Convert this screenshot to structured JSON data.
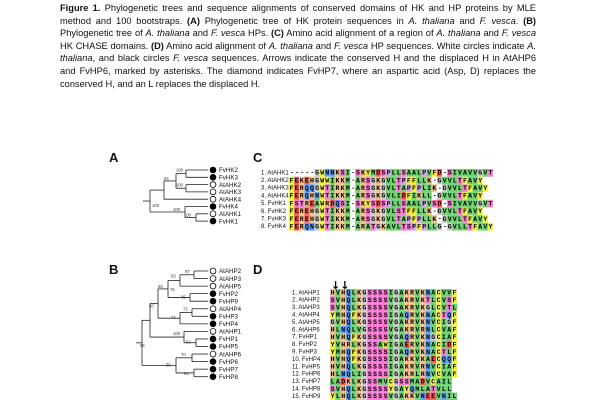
{
  "caption": {
    "label": "Figure 1.",
    "segments": [
      {
        "t": " Phylogenetic trees and sequence alignments of conserved domains of HK and HP proteins by MLE method and 100 bootstraps. "
      },
      {
        "t": "(A)",
        "b": true
      },
      {
        "t": " Phylogenetic tree of HK protein sequences in "
      },
      {
        "t": "A. thaliana",
        "i": true
      },
      {
        "t": " and "
      },
      {
        "t": "F. vesca",
        "i": true
      },
      {
        "t": ". "
      },
      {
        "t": "(B)",
        "b": true
      },
      {
        "t": " Phylogenetic tree of "
      },
      {
        "t": "A. thaliana",
        "i": true
      },
      {
        "t": " and "
      },
      {
        "t": "F. vesca",
        "i": true
      },
      {
        "t": " HPs. "
      },
      {
        "t": "(C)",
        "b": true
      },
      {
        "t": " Amino acid alignment of a region of "
      },
      {
        "t": "A. thaliana",
        "i": true
      },
      {
        "t": " and "
      },
      {
        "t": "F. vesca",
        "i": true
      },
      {
        "t": " HK CHASE domains. "
      },
      {
        "t": "(D)",
        "b": true
      },
      {
        "t": " Amino acid alignment of "
      },
      {
        "t": "A. thaliana",
        "i": true
      },
      {
        "t": " and "
      },
      {
        "t": "F. vesca",
        "i": true
      },
      {
        "t": " HP sequences. White circles indicate "
      },
      {
        "t": "A. thaliana",
        "i": true
      },
      {
        "t": ", and black circles "
      },
      {
        "t": "F. vesca",
        "i": true
      },
      {
        "t": " sequences. Arrows indicate the conserved H and the displaced H in AtAHP6 and FvHP6, marked by asterisks. The diamond indicates FvHP7, where an aspartic acid (Asp, D) replaces the conserved H, and an L replaces the displaced H."
      }
    ]
  },
  "panels": {
    "A": "A",
    "B": "B",
    "C": "C",
    "D": "D"
  },
  "treeA": {
    "leaves": [
      {
        "name": "FvHK2",
        "species": "fv"
      },
      {
        "name": "FvHK3",
        "species": "fv"
      },
      {
        "name": "AtAHK2",
        "species": "at"
      },
      {
        "name": "AtAHK3",
        "species": "at"
      },
      {
        "name": "AtAHK4",
        "species": "at"
      },
      {
        "name": "FvHK4",
        "species": "fv"
      },
      {
        "name": "AtAHK1",
        "species": "at"
      },
      {
        "name": "FvHK1",
        "species": "fv"
      }
    ],
    "bootstraps": [
      "100",
      "100",
      "64",
      "100",
      "100",
      "100"
    ]
  },
  "treeB": {
    "leaves": [
      {
        "name": "AtAHP2",
        "species": "at"
      },
      {
        "name": "AtAHP3",
        "species": "at"
      },
      {
        "name": "AtAHP5",
        "species": "at"
      },
      {
        "name": "FvHP2",
        "species": "fv"
      },
      {
        "name": "FvHP9",
        "species": "fv"
      },
      {
        "name": "AtAHP4",
        "species": "at"
      },
      {
        "name": "FvHP3",
        "species": "fv"
      },
      {
        "name": "FvHP4",
        "species": "fv"
      },
      {
        "name": "AtAHP1",
        "species": "at"
      },
      {
        "name": "FvHP1",
        "species": "fv"
      },
      {
        "name": "FvHP5",
        "species": "fv"
      },
      {
        "name": "AtAHP6",
        "species": "at"
      },
      {
        "name": "FvHP6",
        "species": "fv"
      },
      {
        "name": "FvHP7",
        "species": "fv"
      },
      {
        "name": "FvHP8",
        "species": "fv"
      }
    ],
    "bootstraps": [
      "97",
      "93",
      "75",
      "56",
      "72",
      "74",
      "95",
      "50",
      "52",
      "100",
      "70",
      "91",
      "55",
      "55"
    ]
  },
  "alignC": {
    "rows": [
      {
        "name": "1. AtAHK1",
        "seq": "- - - - - GWNNKSI - SKYMDSPLLSAALPVFD - SIVAVVGVT"
      },
      {
        "name": "2. AtAHK2",
        "seq": "FEKEHGWWIKKM - ARSGKGVLTPFFLLK - GVVLTFAVY"
      },
      {
        "name": "3. AtAHK3",
        "seq": "FERQQGWTIRKM - ARSGKGVLTAPFPLIK - GVVLTFAVY"
      },
      {
        "name": "4. AtAHK4",
        "seq": "FERQHNWTIKKM - ARSGKGVLIDFIKLL - GVVLTFAVY"
      },
      {
        "name": "5. FvHK1",
        "seq": "FSTREAWRDQSI - SKYSDSPLLSAALPVSD - SIVAVVGVT"
      },
      {
        "name": "6. FvHK2",
        "seq": "FEREHGWTIKKM - ARSGKGVLSTFFLLK - GVVLTFAVY"
      },
      {
        "name": "7. FvHK3",
        "seq": "FEREHGWTIKKM - ARSGKGVLTAPFPLLK - GVVLTFAVY"
      },
      {
        "name": "8. FvHK4",
        "seq": "FERQNGWTIKKM - ARATGKAVLTSPFPLLG - GVLLTFAVY"
      }
    ]
  },
  "alignD": {
    "arrows": "↓↓",
    "rows": [
      {
        "name": "1. AtAHP1",
        "seq": "HVHQLKGSSSSIGAKRVKNACVVF"
      },
      {
        "name": "2. AtAHP2",
        "seq": "SVHQLKGSSSSVGAKRVKTLCVSF"
      },
      {
        "name": "3. AtAHP3",
        "seq": "SVHQLKGSSSSVGAKRVKGLCVTL"
      },
      {
        "name": "4. AtAHP4",
        "seq": "YMHQFKGSSSSIGAQRVKNACTQF"
      },
      {
        "name": "5. AtAHP5",
        "seq": "GVHQLKGSSSSVGAKRVKNVCIGF"
      },
      {
        "name": "6. AtAHP6",
        "seq": "HLNQLVGSSSSVGAKRVRNLCVAF"
      },
      {
        "name": "7. FvHP1",
        "seq": "HVHQFKGSSSSVGAQRVKNGCIAF"
      },
      {
        "name": "8. FvHP2",
        "seq": "YVHRLKGSSAWIGAERVKNACIDF"
      },
      {
        "name": "9. FvHP3",
        "seq": "YMHQFKGSSSSIGAQRVKNACTLF"
      },
      {
        "name": "10. FvHP4",
        "seq": "HVHQFKGSSSSIGAKKVKAECQQF"
      },
      {
        "name": "11. FvHP5",
        "seq": "HVHQLKGSSSSIGAKRVRNVCIAF"
      },
      {
        "name": "12. FvHP6",
        "seq": "HLNQLIGSSSSIGAKRLRNVCVAF"
      },
      {
        "name": "13. FvHP7",
        "seq": "LADKLKGSSMVCGSSMADVCAIL"
      },
      {
        "name": "14. FvHP8",
        "seq": "SVHQLKGSSSSYGAYQMLATVLL"
      },
      {
        "name": "15. FvHP9",
        "seq": "YLHQLKGSSSSVGAKKVNEEVNIL"
      }
    ]
  },
  "colors": {
    "H": "#f7c18a",
    "K": "#f7c18a",
    "R": "#f7c18a",
    "A": "#6ed36e",
    "V": "#6ed36e",
    "L": "#6ed36e",
    "I": "#6ed36e",
    "M": "#6ed36e",
    "F": "#f2f23a",
    "W": "#f2f23a",
    "Y": "#f2f23a",
    "S": "#ff7ad7",
    "T": "#ff7ad7",
    "N": "#5aa0ff",
    "Q": "#5aa0ff",
    "D": "#ff5656",
    "E": "#ff5656",
    "G": "#cccccc",
    "P": "#d6a4f2",
    "C": "#f3ef4c"
  }
}
